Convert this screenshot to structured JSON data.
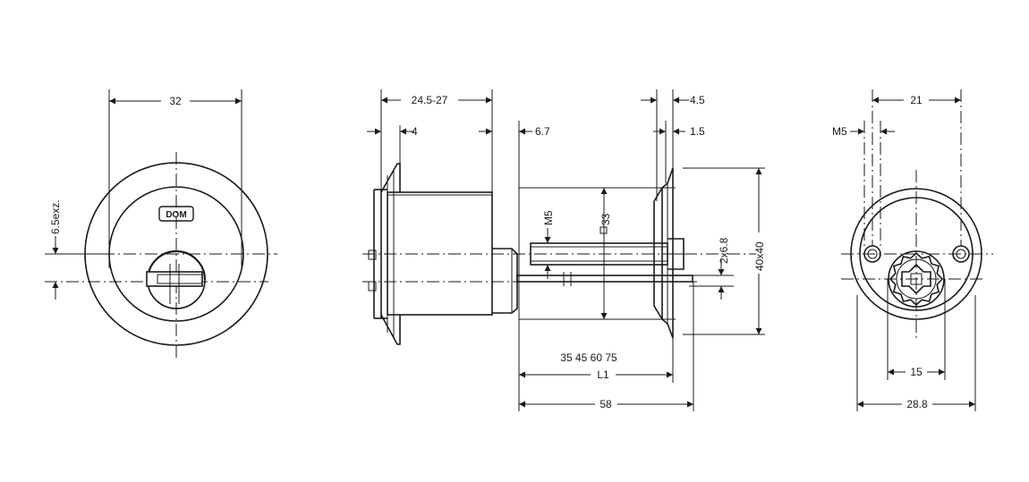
{
  "front_view": {
    "logo": "DOM",
    "dim_width": "32",
    "dim_offset": "6.5exz."
  },
  "side_view": {
    "dim_body_length": "24.5-27",
    "dim_flange": "4",
    "dim_gap": "6.7",
    "dim_plate_thickness": "4.5",
    "dim_plate_offset": "1.5",
    "dim_screw": "M5",
    "dim_square": "33",
    "dim_tail_spacing": "2x6.8",
    "dim_plate_size": "40x40",
    "dim_l1_values": "35 45 60 75",
    "dim_l1_label": "L1",
    "dim_total": "58"
  },
  "rear_view": {
    "dim_screw": "M5",
    "dim_hole_spacing": "21",
    "dim_inner": "15",
    "dim_outer": "28.8"
  }
}
